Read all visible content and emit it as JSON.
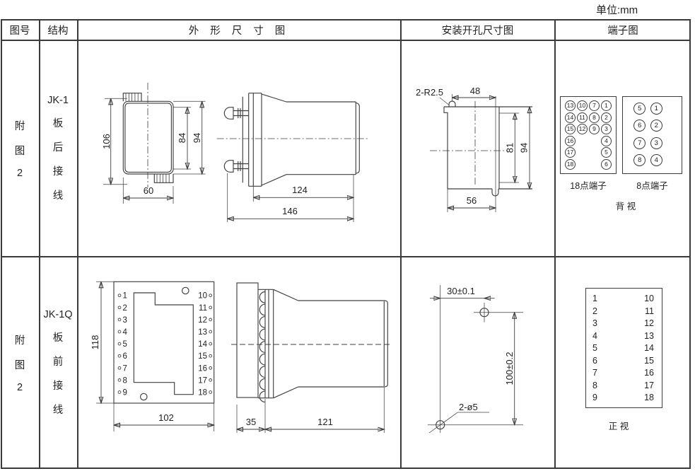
{
  "unit_label": "单位:mm",
  "header": {
    "fig": "图号",
    "structure": "结构",
    "outline": "外 形 尺 寸 图",
    "install": "安装开孔尺寸图",
    "terminal": "端子图"
  },
  "row1": {
    "fig_lines": [
      "附",
      "图",
      "2"
    ],
    "structure_lines": [
      "JK-1",
      "板",
      "后",
      "接",
      "线"
    ],
    "front": {
      "h_total": "106",
      "h_inner": "84",
      "h_outer": "94",
      "w_bottom": "60"
    },
    "side": {
      "len_body": "124",
      "len_total": "146"
    },
    "install": {
      "slot_label": "2-R2.5",
      "w_top": "48",
      "h_inner": "81",
      "h_outer": "94",
      "w_bottom": "56"
    },
    "terminals18": {
      "label": "18点端子",
      "rows": [
        [
          "13",
          "10",
          "7",
          "1"
        ],
        [
          "14",
          "11",
          "8",
          "2"
        ],
        [
          "15",
          "12",
          "9",
          "3"
        ],
        [
          "16",
          "",
          "",
          "4"
        ],
        [
          "17",
          "",
          "",
          "5"
        ],
        [
          "18",
          "",
          "",
          "6"
        ]
      ]
    },
    "terminals8": {
      "label": "8点端子",
      "rows": [
        [
          "5",
          "1"
        ],
        [
          "6",
          "2"
        ],
        [
          "7",
          "3"
        ],
        [
          "8",
          "4"
        ]
      ]
    },
    "view_label": "背  视"
  },
  "row2": {
    "fig_lines": [
      "附",
      "图",
      "2"
    ],
    "structure_lines": [
      "JK-1Q",
      "板",
      "前",
      "接",
      "线"
    ],
    "front": {
      "h_left": "118",
      "w_bottom": "102",
      "left_terminals": [
        "1",
        "2",
        "3",
        "4",
        "5",
        "6",
        "7",
        "8",
        "9"
      ],
      "right_terminals": [
        "10",
        "11",
        "12",
        "13",
        "14",
        "15",
        "16",
        "17",
        "18"
      ]
    },
    "side": {
      "w_panel": "35",
      "len_body": "121"
    },
    "install": {
      "dim_top": "30±0.1",
      "dim_right": "100±0.2",
      "hole_label": "2-ø5"
    },
    "terminal_box": {
      "left": [
        "1",
        "2",
        "3",
        "4",
        "5",
        "6",
        "7",
        "8",
        "9"
      ],
      "right": [
        "10",
        "11",
        "12",
        "13",
        "14",
        "15",
        "16",
        "17",
        "18"
      ]
    },
    "view_label": "正  视"
  }
}
